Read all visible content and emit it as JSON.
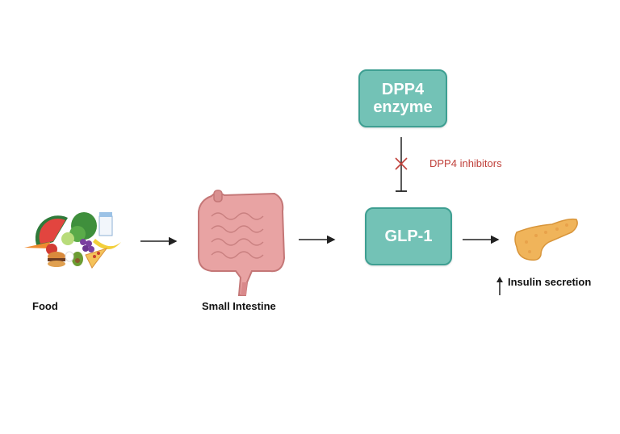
{
  "labels": {
    "food": "Food",
    "small_intestine": "Small Intestine",
    "insulin_secretion": "Insulin secretion"
  },
  "boxes": {
    "dpp4": [
      "DPP4",
      "enzyme"
    ],
    "glp1": "GLP-1"
  },
  "inhibitor_label": "DPP4 inhibitors",
  "colors": {
    "box_fill": "#73c2b6",
    "box_border": "#3e9f92",
    "inhibitor": "#c0413b",
    "intestine": "#e8a3a3",
    "pancreas": "#f0b45a"
  },
  "icons": [
    "food-icon",
    "small-intestine-icon",
    "pancreas-icon",
    "up-arrow-icon",
    "blocked-icon"
  ]
}
